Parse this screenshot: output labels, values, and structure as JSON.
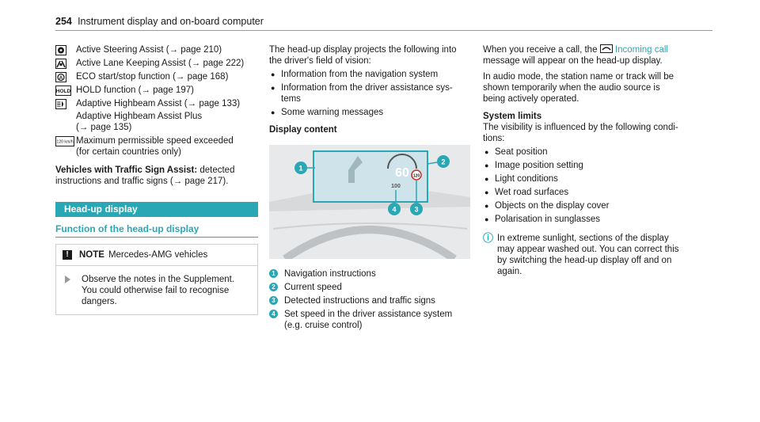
{
  "header": {
    "page_number": "254",
    "title": "Instrument display and on-board computer"
  },
  "icon_list": [
    {
      "icon": "steering-assist-icon",
      "lines": [
        "Active Steering Assist (→ page 210)"
      ]
    },
    {
      "icon": "lane-keeping-icon",
      "lines": [
        "Active Lane Keeping Assist (→ page 222)"
      ]
    },
    {
      "icon": "eco-start-stop-icon",
      "lines": [
        "ECO start/stop function (→ page 168)"
      ]
    },
    {
      "icon": "hold-icon",
      "lines": [
        "HOLD function (→ page 197)"
      ]
    },
    {
      "icon": "highbeam-icon",
      "lines": [
        "Adaptive Highbeam Assist (→ page 133)"
      ],
      "sub_lines": [
        "Adaptive Highbeam Assist Plus",
        "(→ page 135)"
      ]
    },
    {
      "icon": "speed-exceeded-icon",
      "lines": [
        "Maximum permissible speed exceeded",
        "(for certain countries only)"
      ]
    }
  ],
  "icon_labels": {
    "hold": "HOLD",
    "speed": "120 km/h"
  },
  "vehicles_traffic": {
    "bold": "Vehicles with Traffic Sign Assist:",
    "line1_rest": " detected",
    "line2": "instructions and traffic signs (→ page 217)."
  },
  "section_bar": "Head-up display",
  "function_heading": "Function of the head-up display",
  "note": {
    "label": "NOTE",
    "text": "Mercedes-AMG vehicles",
    "body": [
      "Observe the notes in the Supplement.",
      "You could otherwise fail to recognise",
      "dangers."
    ]
  },
  "col2": {
    "intro": [
      "The head-up display projects the following into",
      "the driver's field of vision:"
    ],
    "bullets": [
      [
        "Information from the navigation system"
      ],
      [
        "Information from the driver assistance sys-",
        "tems"
      ],
      [
        "Some warning messages"
      ]
    ],
    "display_content": "Display content",
    "legend": [
      {
        "n": "1",
        "lines": [
          "Navigation instructions"
        ]
      },
      {
        "n": "2",
        "lines": [
          "Current speed"
        ]
      },
      {
        "n": "3",
        "lines": [
          "Detected instructions and traffic signs"
        ]
      },
      {
        "n": "4",
        "lines": [
          "Set speed in the driver assistance system",
          "(e.g. cruise control)"
        ]
      }
    ]
  },
  "hud_image": {
    "speed": "60",
    "sign": "120",
    "set_speed": "100",
    "callouts": [
      "1",
      "2",
      "3",
      "4"
    ]
  },
  "col3": {
    "call_pre": "When you receive a call, the ",
    "call_link": "Incoming call",
    "call_lines": [
      "message will appear on the head-up display.",
      "In audio mode, the station name or track will be",
      "shown temporarily when the audio source is",
      "being actively operated."
    ],
    "limits_heading": "System limits",
    "limits_intro": [
      "The visibility is influenced by the following condi-",
      "tions:"
    ],
    "limits": [
      "Seat position",
      "Image position setting",
      "Light conditions",
      "Wet road surfaces",
      "Objects on the display cover",
      "Polarisation in sunglasses"
    ],
    "info": [
      "In extreme sunlight, sections of the display",
      "may appear washed out. You can correct this",
      "by switching the head-up display off and on",
      "again."
    ]
  }
}
